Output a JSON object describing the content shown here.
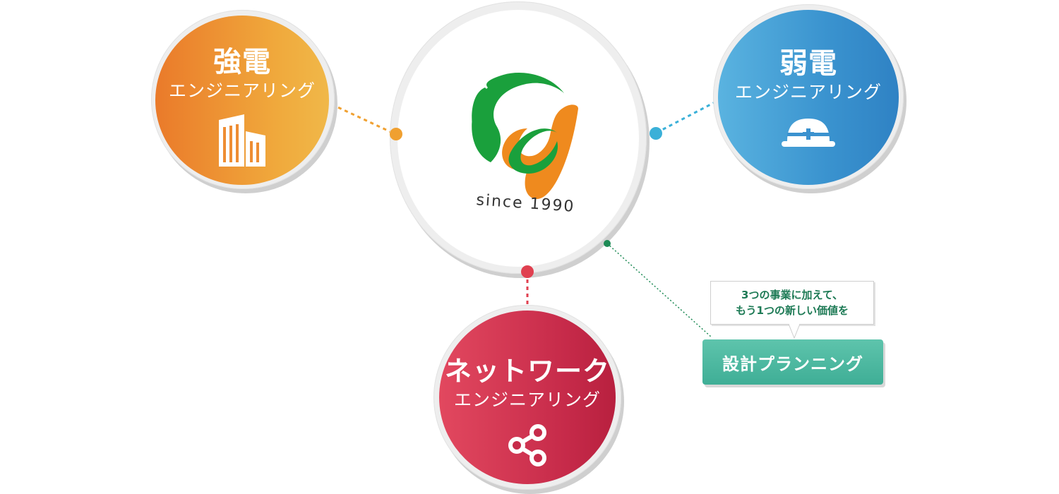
{
  "nodes": {
    "strong": {
      "title": "強電",
      "subtitle": "エンジニアリング",
      "icon": "building-icon",
      "color": "#ea7a2a"
    },
    "weak": {
      "title": "弱電",
      "subtitle": "エンジニアリング",
      "icon": "helmet-icon",
      "color": "#3a93cf"
    },
    "network": {
      "title": "ネットワーク",
      "subtitle": "エンジニアリング",
      "icon": "share-icon",
      "color": "#c72b4a"
    }
  },
  "center": {
    "tagline": "since 1990",
    "logo": "company-logo-icon",
    "green": "#1aa03c",
    "orange": "#ef8a1e"
  },
  "callout": {
    "line1": "3つの事業に加えて、",
    "line2": "もう1つの新しい価値を"
  },
  "planning": {
    "label": "設計プランニング",
    "color": "#4db8a0"
  }
}
